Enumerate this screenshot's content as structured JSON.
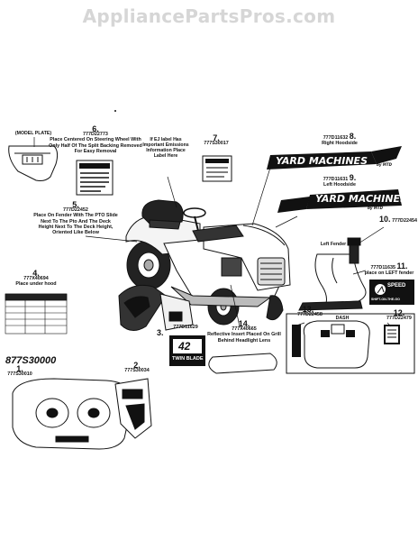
{
  "watermark": "AppliancePartsPros.com",
  "model_plate": "(MODEL PLATE)",
  "assembly_number": "877S30000",
  "brand_text": "YARD MACHINES",
  "brand_sub": "by MTD",
  "twin_blade_text": "TWIN BLADE",
  "twin_blade_num": "42",
  "speed_text": "SPEED",
  "speed_sub": "SHIFT-ON-THE-GO",
  "callouts": {
    "c1": {
      "num": "1.",
      "part": "777S30010"
    },
    "c2": {
      "num": "2.",
      "part": "777S30034"
    },
    "c3": {
      "num": "3.",
      "part": "777D11629"
    },
    "c4": {
      "num": "4.",
      "part": "777X40694",
      "desc": "Place under hood"
    },
    "c5": {
      "num": "5.",
      "part": "777D22452",
      "desc": "Place On Fender With The PTO Slide Next To The Pto And The Deck Height Next To The Deck Height, Oriented Like Below"
    },
    "c6": {
      "num": "6.",
      "part": "777D22773",
      "desc": "Place Centered On Steering Wheel With Only Half Of The Split Backing Removed For Easy Removal"
    },
    "c7": {
      "num": "7.",
      "part": "777S30017"
    },
    "c8": {
      "num": "8.",
      "part": "777D11632",
      "desc": "Right Hoodside"
    },
    "c9": {
      "num": "9.",
      "part": "777D11631",
      "desc": "Left Hoodside"
    },
    "c10": {
      "num": "10.",
      "part": "777D22454"
    },
    "c11": {
      "num": "11.",
      "part": "777D11635",
      "desc": "place on LEFT fender"
    },
    "c12": {
      "num": "12.",
      "part": "777D22479"
    },
    "c13": {
      "num": "13.",
      "part": "777D22458"
    },
    "c14": {
      "num": "14.",
      "part": "777X40665",
      "desc": "Reflective Insert Placed On Grill Behind Headlight Lens"
    }
  },
  "notes": {
    "ej_label": "If EJ label Has Important Emissions Information Place Label Here",
    "left_fender": "Left Fender",
    "dash": "DASH"
  }
}
